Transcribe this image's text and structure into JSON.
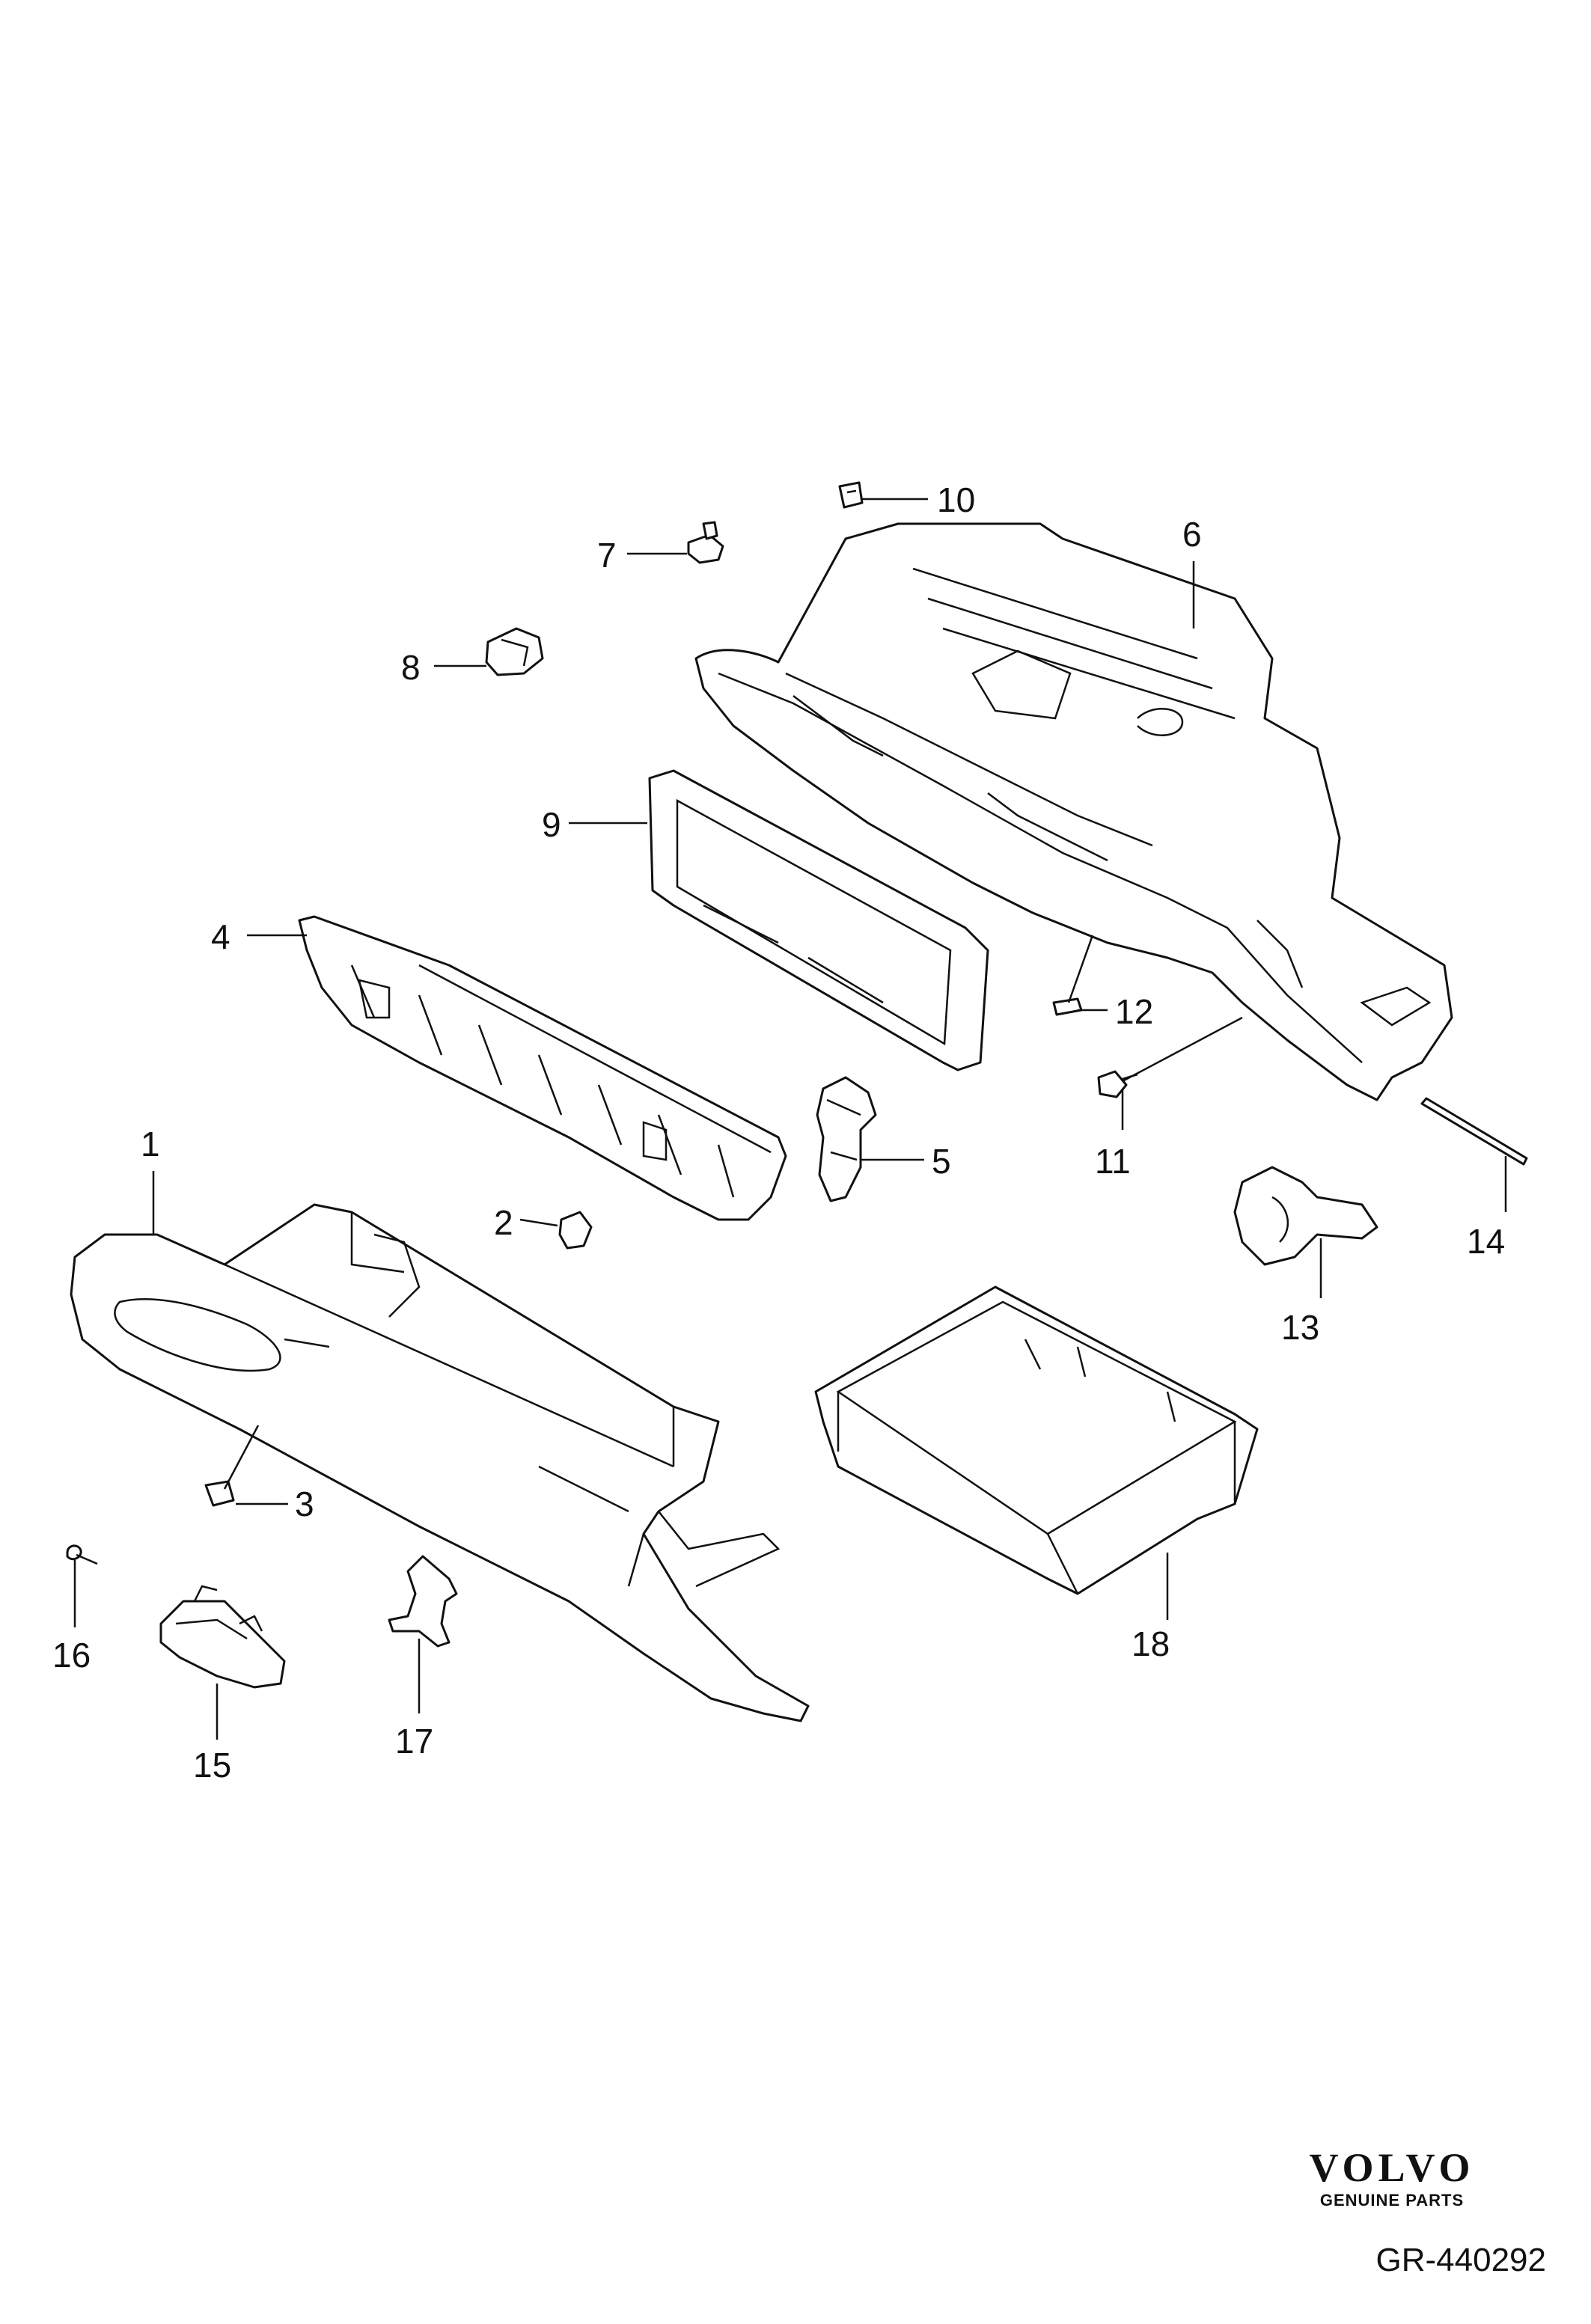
{
  "callouts": [
    "1",
    "2",
    "3",
    "4",
    "5",
    "6",
    "7",
    "8",
    "9",
    "10",
    "11",
    "12",
    "13",
    "14",
    "15",
    "16",
    "17",
    "18"
  ],
  "brand": {
    "logo_text": "VOLVO",
    "subtitle": "GENUINE PARTS",
    "reference": "GR-440292"
  }
}
